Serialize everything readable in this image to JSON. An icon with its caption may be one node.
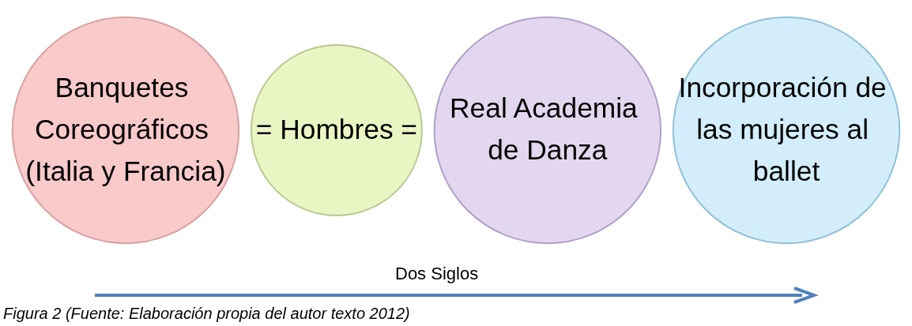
{
  "diagram": {
    "caption": "Figura 2 (Fuente: Elaboración propia del autor texto 2012)",
    "nodes": [
      {
        "text": [
          "Banquetes Coreográficos (Italia y Francia)"
        ]
      },
      {
        "text": [
          "= Hombres ="
        ]
      },
      {
        "text": [
          "Real Academia de Danza"
        ]
      },
      {
        "text": [
          "Incorporación de las mujeres al ballet"
        ]
      }
    ],
    "edges": [],
    "labels": [
      "Dos Siglos"
    ]
  }
}
